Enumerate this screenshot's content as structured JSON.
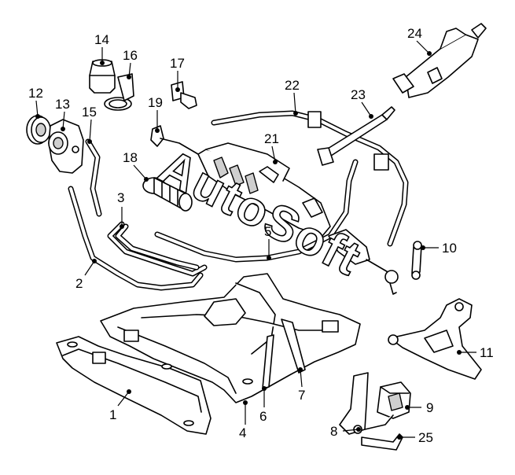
{
  "watermark": "AutoSoft",
  "callouts": {
    "c1": "1",
    "c2": "2",
    "c3": "3",
    "c4": "4",
    "c5": "5",
    "c6": "6",
    "c7": "7",
    "c8": "8",
    "c9": "9",
    "c10": "10",
    "c11": "11",
    "c12": "12",
    "c13": "13",
    "c14": "14",
    "c15": "15",
    "c16": "16",
    "c17": "17",
    "c18": "18",
    "c19": "19",
    "c20": "21",
    "c22": "22",
    "c23": "23",
    "c24": "24",
    "c25": "25"
  }
}
